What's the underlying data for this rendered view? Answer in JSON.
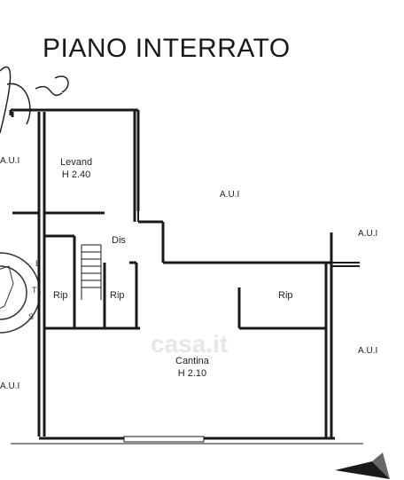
{
  "title": "PIANO INTERRATO",
  "watermark": "casa.it",
  "rooms": {
    "levand": {
      "name": "Levand",
      "height": "H 2.40"
    },
    "cantina": {
      "name": "Cantina",
      "height": "H 2.10"
    },
    "dis": "Dis",
    "rip_left": "Rip",
    "rip_stair": "Rip",
    "rip_right": "Rip"
  },
  "adjacent": {
    "center": "A.U.I",
    "right_top": "A.U.I",
    "right_bottom": "A.U.I",
    "left_top": "A.U.I",
    "left_bottom": "A.U.I"
  },
  "colors": {
    "wall": "#1a1a1a",
    "paper": "#ffffff",
    "stamp": "#333333"
  }
}
